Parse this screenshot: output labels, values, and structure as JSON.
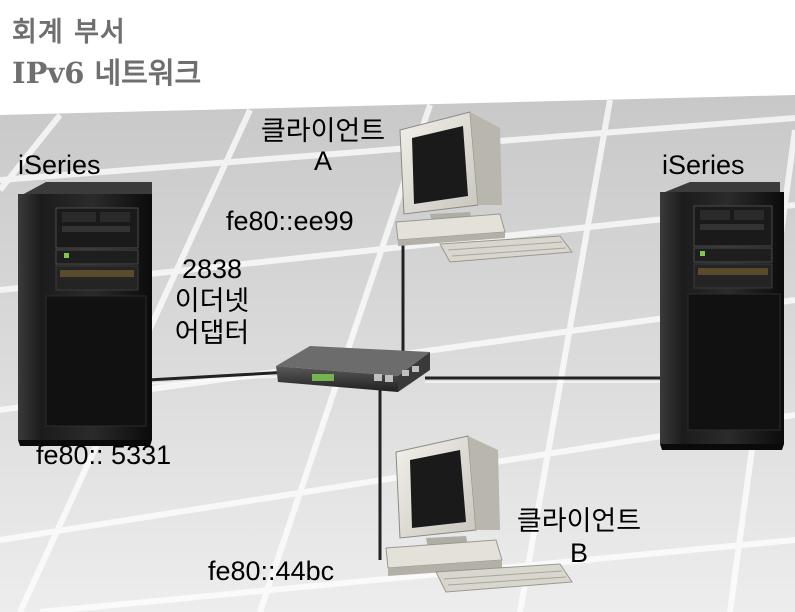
{
  "title": {
    "line1": "회계 부서",
    "line2": "IPv6 네트워크"
  },
  "servers": {
    "left": {
      "label": "iSeries",
      "address": "fe80:: 5331"
    },
    "right": {
      "label": "iSeries"
    }
  },
  "adapter": {
    "model": "2838",
    "line1": "이더넷",
    "line2": "어댑터"
  },
  "clients": {
    "a": {
      "label": "클라이언트",
      "letter": "A",
      "address": "fe80::ee99"
    },
    "b": {
      "label": "클라이언트",
      "letter": "B",
      "address": "fe80::44bc"
    }
  }
}
